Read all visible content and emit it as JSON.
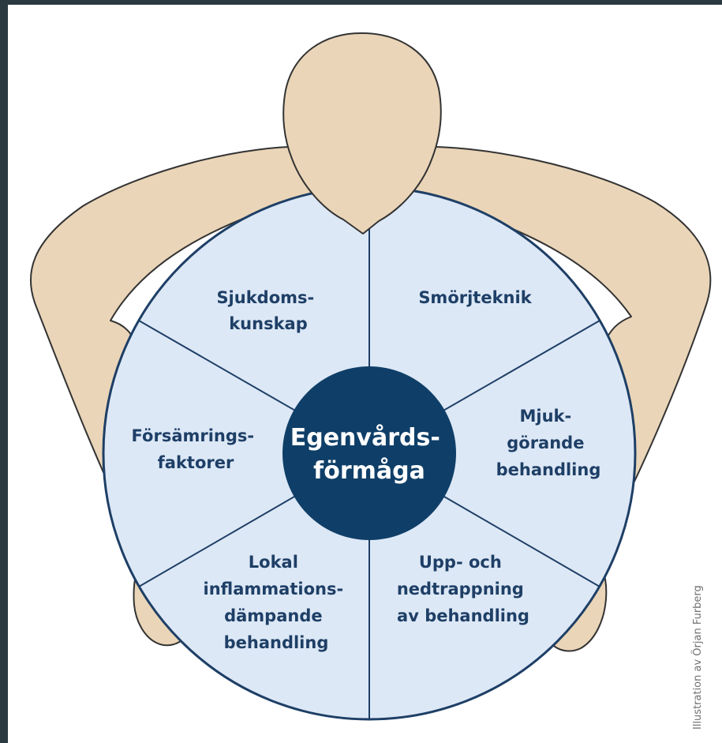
{
  "diagram": {
    "center_label": [
      "Egenvårds-",
      "förmåga"
    ],
    "segments": [
      {
        "id": "sjukdomskunskap",
        "lines": [
          "Sjukdoms-",
          "kunskap"
        ]
      },
      {
        "id": "smorjteknik",
        "lines": [
          "Smörjteknik"
        ]
      },
      {
        "id": "mjukgorande",
        "lines": [
          "Mjuk-",
          "görande",
          "behandling"
        ]
      },
      {
        "id": "upp-och-nedtrappning",
        "lines": [
          "Upp- och",
          "nedtrappning",
          "av behandling"
        ]
      },
      {
        "id": "lokal-inflammation",
        "lines": [
          "Lokal",
          "inflammations-",
          "dämpande",
          "behandling"
        ]
      },
      {
        "id": "forsamringsfaktorer",
        "lines": [
          "Försämrings-",
          "faktorer"
        ]
      }
    ],
    "credit": "Illustration av Örjan Furberg"
  },
  "colors": {
    "skin": "#ead5b8",
    "skin_outline": "#333333",
    "wheel_fill": "#dde8f6",
    "wheel_stroke": "#1e3f66",
    "center_fill": "#0f3f68",
    "text": "#1e3f66",
    "frame": "#2b3a40"
  }
}
